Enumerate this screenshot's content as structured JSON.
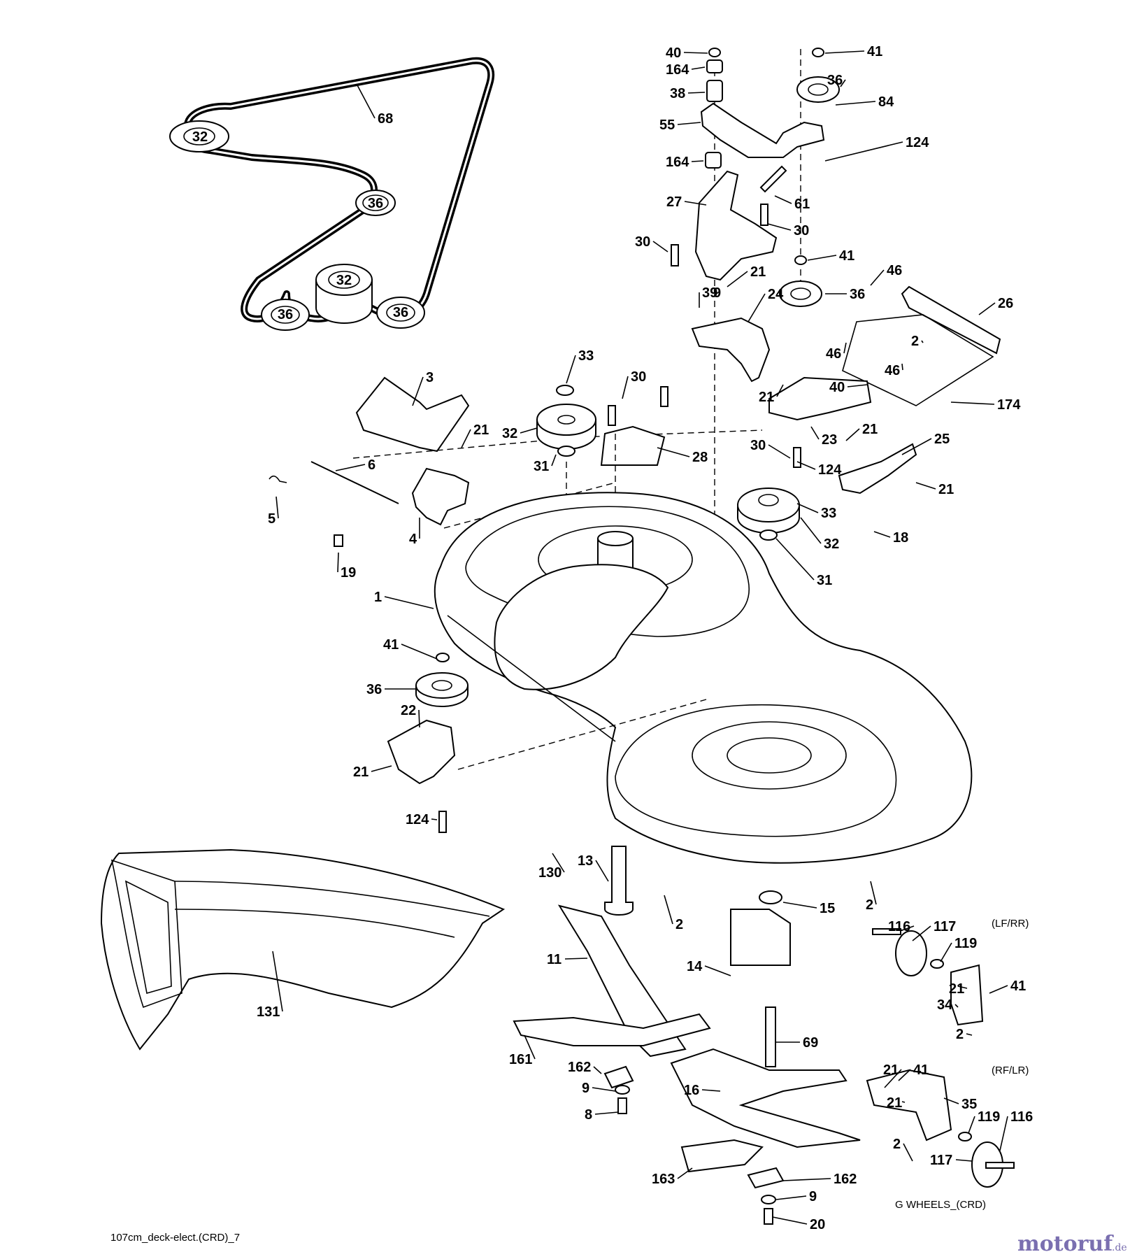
{
  "callouts": [
    "68",
    "32",
    "36",
    "32",
    "36",
    "36",
    "40",
    "41",
    "164",
    "36",
    "38",
    "84",
    "55",
    "124",
    "164",
    "61",
    "27",
    "30",
    "30",
    "41",
    "21",
    "39",
    "9",
    "24",
    "36",
    "46",
    "26",
    "2",
    "46",
    "46",
    "174",
    "3",
    "33",
    "30",
    "40",
    "21",
    "21",
    "23",
    "21",
    "32",
    "28",
    "31",
    "6",
    "5",
    "4",
    "19",
    "30",
    "124",
    "25",
    "21",
    "33",
    "18",
    "32",
    "31",
    "1",
    "41",
    "36",
    "22",
    "21",
    "124",
    "130",
    "131",
    "13",
    "2",
    "2",
    "15",
    "116",
    "117",
    "(LF/RR)",
    "119",
    "11",
    "14",
    "21",
    "41",
    "34",
    "2",
    "161",
    "69",
    "162",
    "9",
    "8",
    "16",
    "21",
    "41",
    "(RF/LR)",
    "35",
    "21",
    "119",
    "116",
    "2",
    "117",
    "163",
    "162",
    "9",
    "20"
  ],
  "footer": {
    "drawing_id": "107cm_deck-elect.(CRD)_7",
    "wheels_note": "G WHEELS_(CRD)"
  },
  "watermark": {
    "brand": "motoruf",
    "suffix": ".de"
  }
}
